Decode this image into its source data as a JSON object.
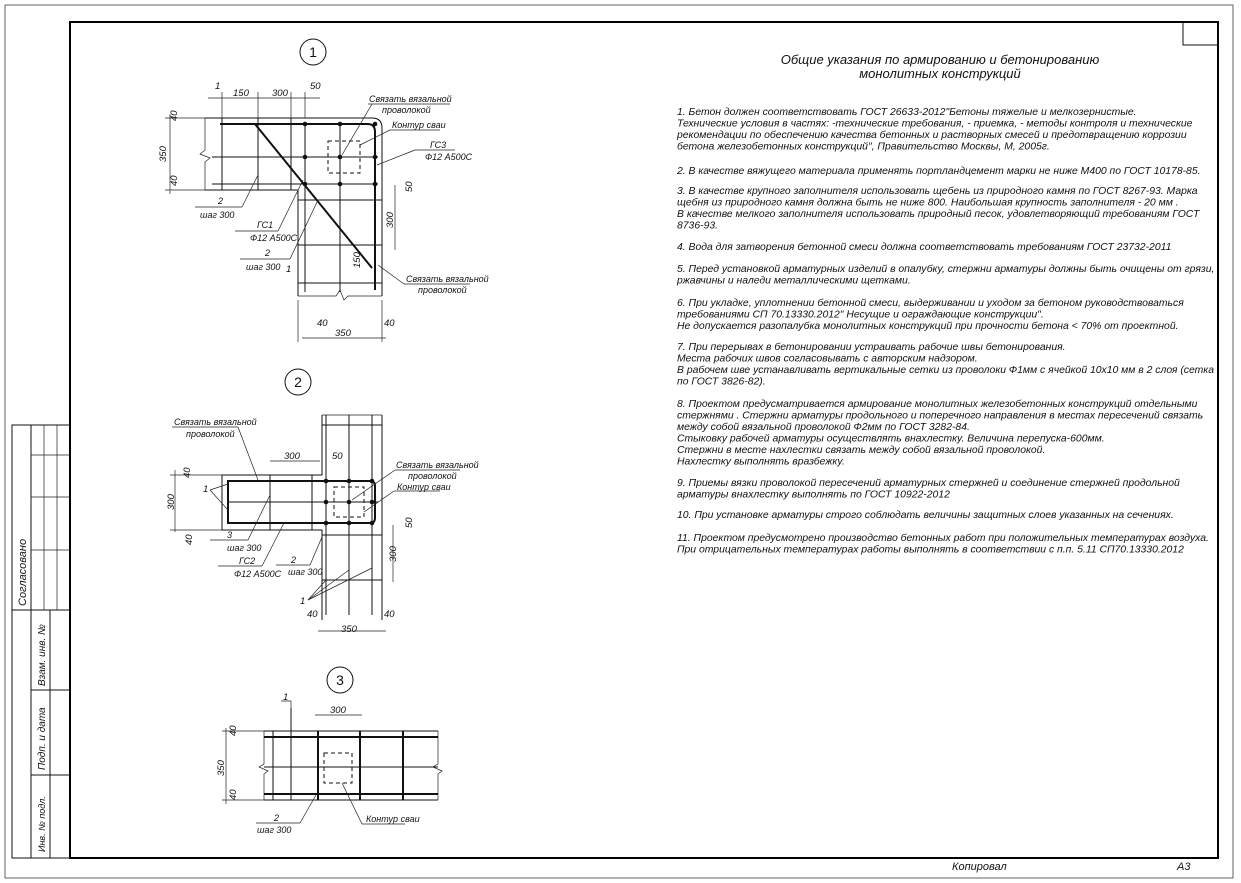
{
  "title": [
    "Общие указания по армированию и бетонированию",
    "монолитных конструкций"
  ],
  "notes": [
    {
      "lines": [
        "1. Бетон  должен соответствовать ГОСТ 26633-2012\"Бетоны тяжелые и мелкозернистые.",
        "Технические условия в частях: -технические требования, - приемка, - методы контроля и технические",
        "рекомендации по обеспечению качества бетонных и растворных смесей и предотвращению коррозии",
        "бетона железобетонных конструкций\", Правительство Москвы, М, 2005г."
      ]
    },
    {
      "lines": [
        "2. В качестве вяжущего материала применять портландцемент марки не ниже М400 по ГОСТ 10178-85."
      ]
    },
    {
      "lines": [
        "3. В качестве крупного заполнителя использовать щебень из природного камня по ГОСТ 8267-93. Марка",
        "щебня из природного камня должна быть  не ниже 800. Наибольшая крупность заполнителя - 20 мм .",
        "В качестве мелкого заполнителя использовать природный песок, удовлетворяющий требованиям ГОСТ",
        "8736-93."
      ]
    },
    {
      "lines": [
        "4. Вода для затворения бетонной смеси должна соответствовать требованиям ГОСТ 23732-2011"
      ]
    },
    {
      "lines": [
        "5. Перед установкой арматурных изделий в опалубку, стержни арматуры должны быть очищены от грязи,",
        "ржавчины и наледи металлическими щетками."
      ]
    },
    {
      "lines": [
        "6. При укладке, уплотнении бетонной смеси, выдерживании и уходом за бетоном руководствоваться",
        "требованиями СП 70.13330.2012\" Несущие и ограждающие конструкции\".",
        "Не допускается разопалубка монолитных конструкций при прочности бетона < 70% от проектной."
      ]
    },
    {
      "lines": [
        "7. При перерывах в бетонировании устраивать рабочие швы бетонирования.",
        "Места рабочих швов согласовывать с авторским надзором.",
        "В рабочем шве устанавливать вертикальные сетки  из проволоки Ф1мм с ячейкой 10х10 мм в 2 слоя (сетка",
        "по ГОСТ 3826-82)."
      ]
    },
    {
      "lines": [
        "8. Проектом предусматривается армирование монолитных железобетонных конструкций отдельными",
        "стержнями . Стержни арматуры продольного и поперечного направления в местах пересечений  связать",
        "между собой вязальной проволокой Ф2мм по ГОСТ 3282-84.",
        "Стыковку рабочей арматуры осуществлять внахлестку. Величина перепуска-600мм.",
        "Стержни в месте нахлестки связать между собой вязальной проволокой.",
        "Нахлестку выполнять вразбежку."
      ]
    },
    {
      "lines": [
        "9. Приемы вязки проволокой пересечений арматурных стержней и соединение стержней продольной",
        "арматуры внахлестку выполнять по ГОСТ 10922-2012"
      ]
    },
    {
      "lines": [
        "10. При установке  арматуры  строго соблюдать величины защитных слоев указанных на сечениях."
      ]
    },
    {
      "lines": [
        "11. Проектом предусмотрено производство бетонных работ при положительных температурах воздуха.",
        "При отрицательных температурах  работы выполнять в соответствии с п.п. 5.11 СП70.13330.2012"
      ]
    }
  ],
  "drawing1": {
    "number": "1",
    "tie_wire": [
      "Связать вязальной",
      "проволокой"
    ],
    "pile_contour": "Контур сваи",
    "gs3": [
      "ГС3",
      "Ф12 А500С"
    ],
    "gs1": [
      "ГС1",
      "Ф12 А500С"
    ],
    "bar2": [
      "2",
      "шаг 300"
    ],
    "bar1": "1",
    "dims": {
      "d150": "150",
      "d300": "300",
      "d50": "50",
      "d40": "40",
      "d350": "350"
    }
  },
  "drawing2": {
    "number": "2",
    "tie_wire": [
      "Связать вязальной",
      "проволокой"
    ],
    "pile_contour": "Контур сваи",
    "gs2": [
      "ГС2",
      "Ф12 А500С"
    ],
    "bar3": [
      "3",
      "шаг 300"
    ],
    "bar2": [
      "2",
      "шаг 300"
    ],
    "bar1": "1",
    "dims": {
      "d300": "300",
      "d50": "50",
      "d40": "40",
      "d350": "350"
    }
  },
  "drawing3": {
    "number": "3",
    "pile_contour": "Контур сваи",
    "bar2": [
      "2",
      "шаг 300"
    ],
    "bar1": "1",
    "dims": {
      "d300": "300",
      "d40": "40",
      "d350": "350"
    }
  },
  "stamp": {
    "agreed": "Согласовано",
    "replaced_inv": "Взам. инв. №",
    "sign_date": "Подп. и дата",
    "inv_orig": "Инв. № подл."
  },
  "footer": {
    "copied": "Копировал",
    "format": "А3"
  }
}
